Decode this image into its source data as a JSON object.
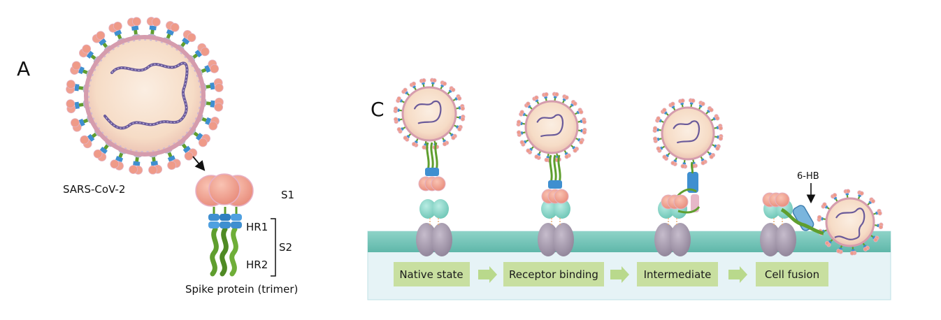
{
  "panels": {
    "a": "A",
    "c": "C"
  },
  "panel_a": {
    "virus_label": "SARS-CoV-2",
    "s1_label": "S1",
    "s2_label": "S2",
    "hr1_label": "HR1",
    "hr2_label": "HR2",
    "spike_caption": "Spike protein (trimer)"
  },
  "panel_c": {
    "steps": [
      "Native state",
      "Receptor binding",
      "Intermediate",
      "Cell fusion"
    ],
    "six_hb_label": "6-HB"
  },
  "colors": {
    "capsid_fill": "#f7e2cf",
    "capsid_edge": "#d8a9b8",
    "rna": "#6a5a9a",
    "s1_head": "#f0a090",
    "hr_blue": "#3f8fd0",
    "stalk_green": "#5f9e2e",
    "receptor_teal": "#7fd0c3",
    "receptor_purple": "#a79bb0",
    "membrane_teal": "#7fcabf",
    "cytoplasm": "#e8f4f7",
    "step_box": "#c8dfa0",
    "step_arrow": "#b9d98c"
  }
}
